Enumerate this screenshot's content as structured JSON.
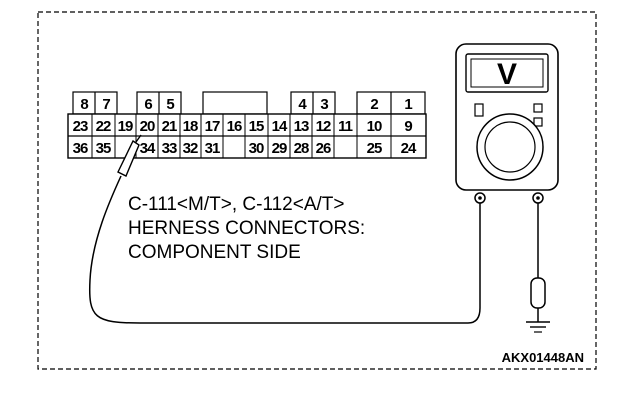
{
  "connector": {
    "top_row_pins": [
      "8",
      "7",
      "6",
      "5",
      "4",
      "3",
      "2",
      "1"
    ],
    "middle_row_pins": [
      "23",
      "22",
      "19",
      "20",
      "21",
      "18",
      "17",
      "16",
      "15",
      "14",
      "13",
      "12",
      "11",
      "10",
      "9"
    ],
    "bottom_row_pins": [
      "36",
      "35",
      "34",
      "33",
      "32",
      "31",
      "30",
      "29",
      "28",
      "26",
      "25",
      "24"
    ]
  },
  "caption": {
    "line1": "C-111<M/T>, C-112<A/T>",
    "line2": "HERNESS CONNECTORS:",
    "line3": "COMPONENT SIDE"
  },
  "figure_code": "AKX01448AN",
  "multimeter": {
    "dial_symbol": "V"
  }
}
